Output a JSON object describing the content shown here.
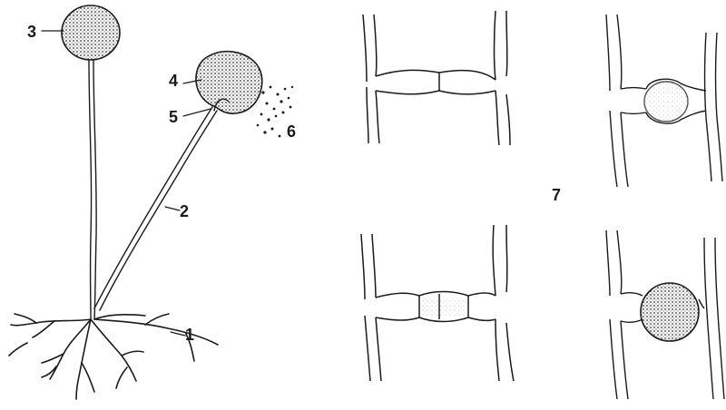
{
  "labels": {
    "l1": "1",
    "l2": "2",
    "l3": "3",
    "l4": "4",
    "l5": "5",
    "l6": "6",
    "l7": "7"
  },
  "colors": {
    "ink": "#1a1a1a",
    "paper": "#ffffff",
    "stipple": "#333333"
  }
}
